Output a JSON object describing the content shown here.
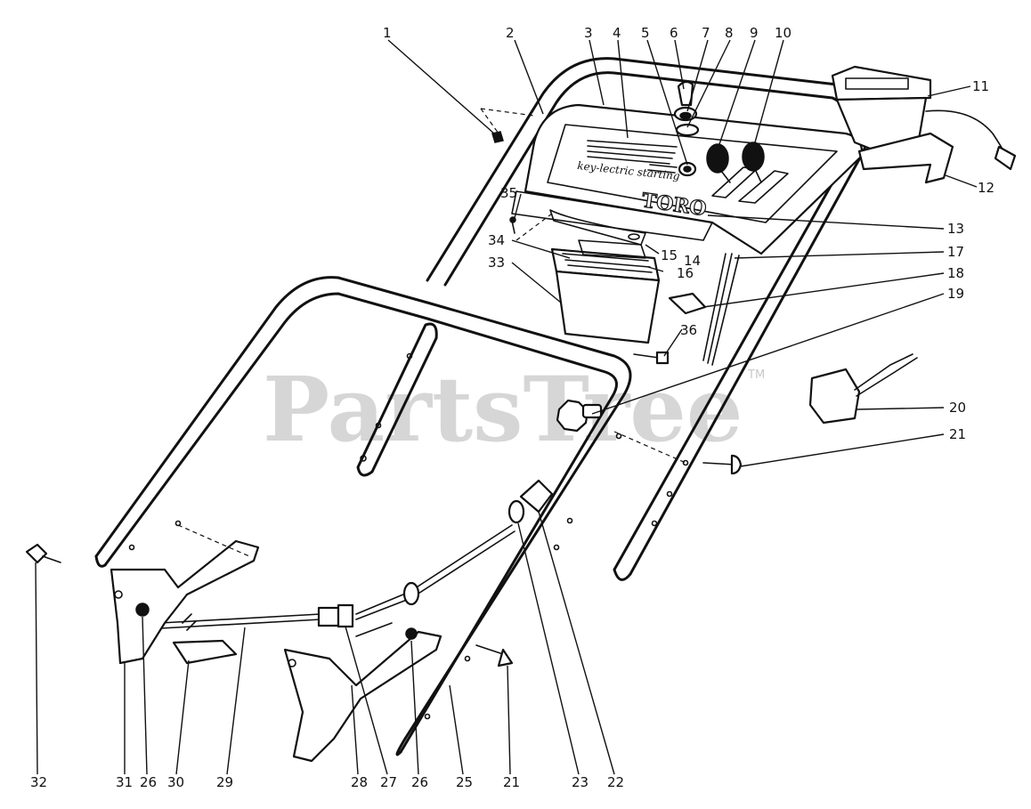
{
  "watermark": {
    "text": "PartsTree",
    "tm": "TM"
  },
  "panel": {
    "label": "key-lectric starting",
    "brand": "TORO"
  },
  "callouts": [
    "1",
    "2",
    "3",
    "4",
    "5",
    "6",
    "7",
    "8",
    "9",
    "10",
    "11",
    "12",
    "13",
    "17",
    "18",
    "19",
    "20",
    "21",
    "35",
    "34",
    "33",
    "15",
    "14",
    "16",
    "36",
    "32",
    "31",
    "26",
    "30",
    "29",
    "28",
    "27",
    "26",
    "25",
    "21",
    "23",
    "22"
  ]
}
